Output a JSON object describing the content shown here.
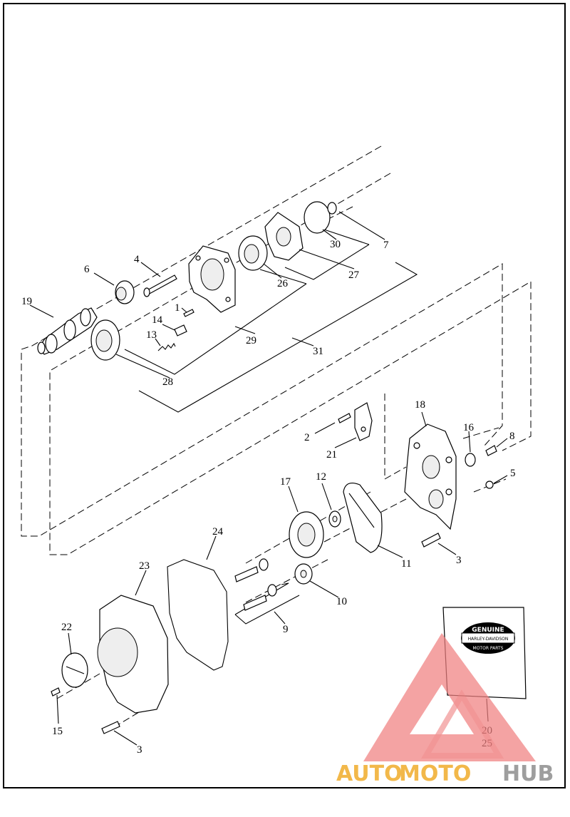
{
  "diagram": {
    "part_labels": [
      "1",
      "2",
      "3",
      "3",
      "4",
      "5",
      "6",
      "7",
      "8",
      "9",
      "10",
      "11",
      "12",
      "13",
      "14",
      "15",
      "16",
      "17",
      "18",
      "19",
      "20",
      "21",
      "22",
      "23",
      "24",
      "25",
      "26",
      "27",
      "28",
      "29",
      "30",
      "31"
    ]
  },
  "badge": {
    "logo_text": [
      "GENUINE",
      "HARLEY-DAVIDSON",
      "MOTOR PARTS"
    ]
  },
  "watermark": {
    "auto": "AUTO",
    "moto": "MOTO",
    "hub": "HUB",
    "colors": {
      "auto": "#f2b84a",
      "moto": "#f2b84a",
      "hub": "#9e9e9e",
      "triangle": "#f08080"
    }
  }
}
